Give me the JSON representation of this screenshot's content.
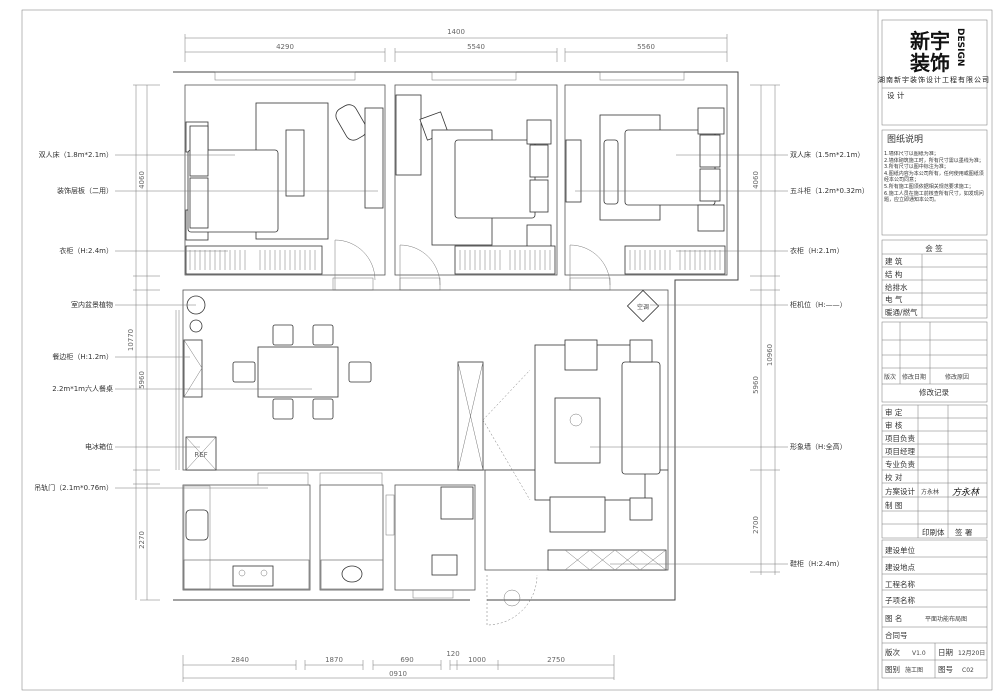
{
  "title_block": {
    "logo_text": "新宇装饰",
    "logo_sub": "DESIGN",
    "company": "湖南新宇装饰设计工程有限公司",
    "design_label": "设 计",
    "notes_title": "图纸说明",
    "notes": [
      "1.墙体尺寸以图纸为准；",
      "2.墙体砌筑施工时，所有尺寸需以墨线为准；",
      "3.所有尺寸以图中标注为准；",
      "4.图纸内容为本公司所有，任何使用或图纸须经本公司同意；",
      "5.所有施工图须依据相关规范要求施工；",
      "6.施工人员在施工前核查所有尺寸，如发现问题，应立即通知本公司。"
    ],
    "countersign_title": "会 签",
    "countersign_rows": [
      "建 筑",
      "结 构",
      "给排水",
      "电 气",
      "暖通/燃气"
    ],
    "revision_headers": [
      "版次",
      "修改日期",
      "修改原因"
    ],
    "revision_title": "修改记录",
    "role_rows": [
      "审 定",
      "审 核",
      "项目负责",
      "项目经理",
      "专业负责",
      "校 对",
      "方案设计",
      "制 图"
    ],
    "designer_name": "方永林",
    "signature": "方永林",
    "print_label": "印刷体",
    "sign_label": "签 署",
    "project_rows": [
      "建设单位",
      "建设地点",
      "工程名称",
      "子项名称"
    ],
    "drawing_name_label": "图 名",
    "drawing_name": "平面功能布局图",
    "contract_label": "合同号",
    "version_label": "版次",
    "version": "V1.0",
    "date_label": "日期",
    "date": "12月20日",
    "category_label": "图别",
    "category": "施工图",
    "number_label": "图号",
    "number": "C02"
  },
  "dimensions": {
    "top_total": "1400",
    "top": [
      "4290",
      "5540",
      "5560"
    ],
    "bottom": [
      "2840",
      "1870",
      "690",
      "120",
      "1000",
      "2750"
    ],
    "bottom_total": "0910",
    "left": [
      "4060",
      "10770",
      "5960",
      "2270"
    ],
    "right": [
      "4060",
      "10960",
      "5960",
      "2700"
    ]
  },
  "labels_left": [
    "双人床（1.8m*2.1m）",
    "装饰层板（二用）",
    "衣柜（H:2.4m）",
    "室内盆景植物",
    "餐边柜（H:1.2m）",
    "2.2m*1m六人餐桌",
    "电冰箱位",
    "吊轨门（2.1m*0.76m）"
  ],
  "labels_right": [
    "双人床（1.5m*2.1m）",
    "五斗柜（1.2m*0.32m）",
    "衣柜（H:2.1m）",
    "柜机位（H:——）",
    "形象墙（H:全高）",
    "鞋柜（H:2.4m）"
  ],
  "plan": {
    "fridge": "REF",
    "ac_mark": "空调"
  }
}
